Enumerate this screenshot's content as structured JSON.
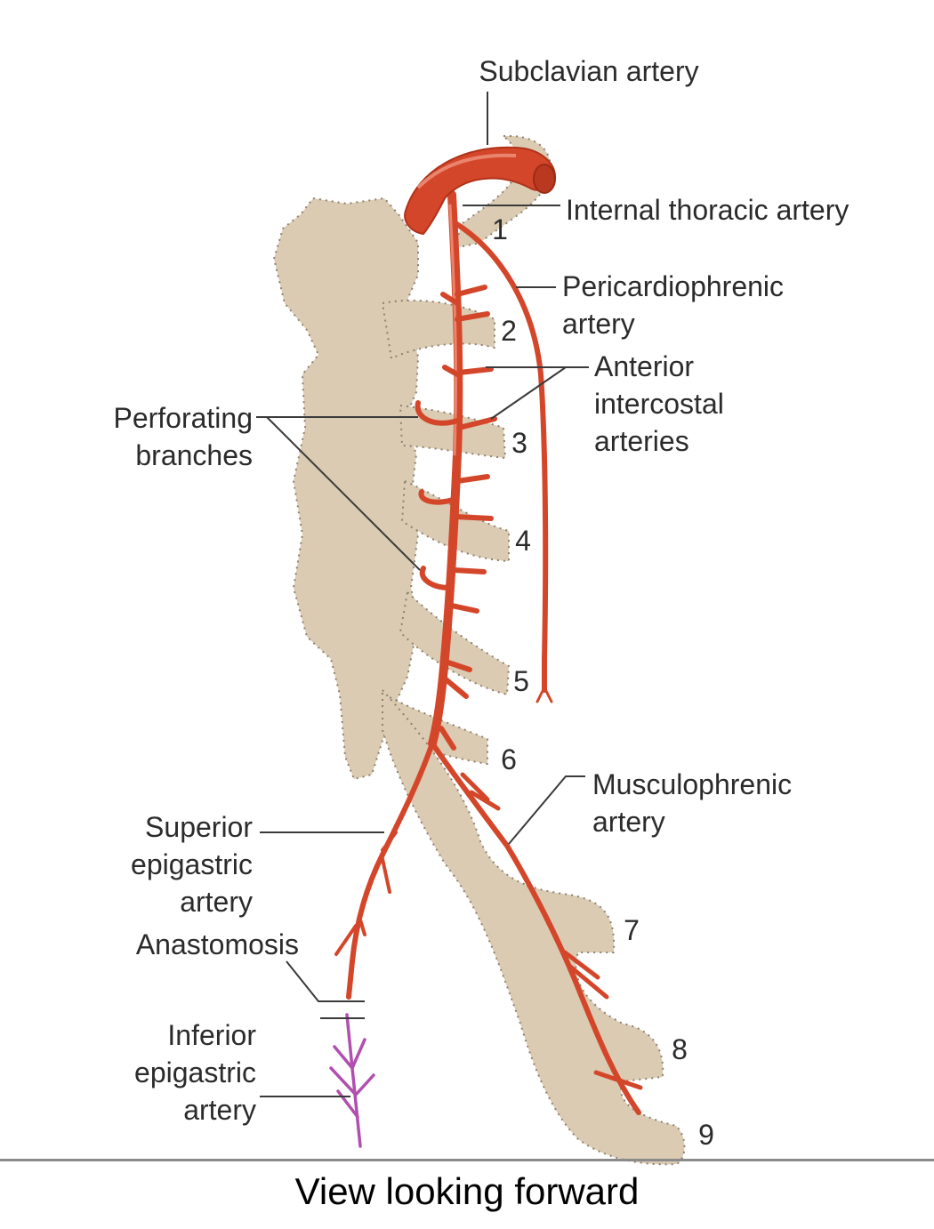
{
  "labels": {
    "subclavian": "Subclavian artery",
    "internal_thoracic": "Internal thoracic artery",
    "pericardiophrenic_1": "Pericardiophrenic",
    "pericardiophrenic_2": "artery",
    "anterior_intercostal_1": "Anterior",
    "anterior_intercostal_2": "intercostal",
    "anterior_intercostal_3": "arteries",
    "perforating_1": "Perforating",
    "perforating_2": "branches",
    "musculophrenic_1": "Musculophrenic",
    "musculophrenic_2": "artery",
    "superior_epigastric_1": "Superior",
    "superior_epigastric_2": "epigastric",
    "superior_epigastric_3": "artery",
    "anastomosis": "Anastomosis",
    "inferior_epigastric_1": "Inferior",
    "inferior_epigastric_2": "epigastric",
    "inferior_epigastric_3": "artery"
  },
  "rib_numbers": [
    "1",
    "2",
    "3",
    "4",
    "5",
    "6",
    "7",
    "8",
    "9"
  ],
  "caption": "View looking forward",
  "colors": {
    "artery": "#d4462a",
    "bone": "#dacbb2",
    "inferior_epigastric": "#b14fae"
  }
}
